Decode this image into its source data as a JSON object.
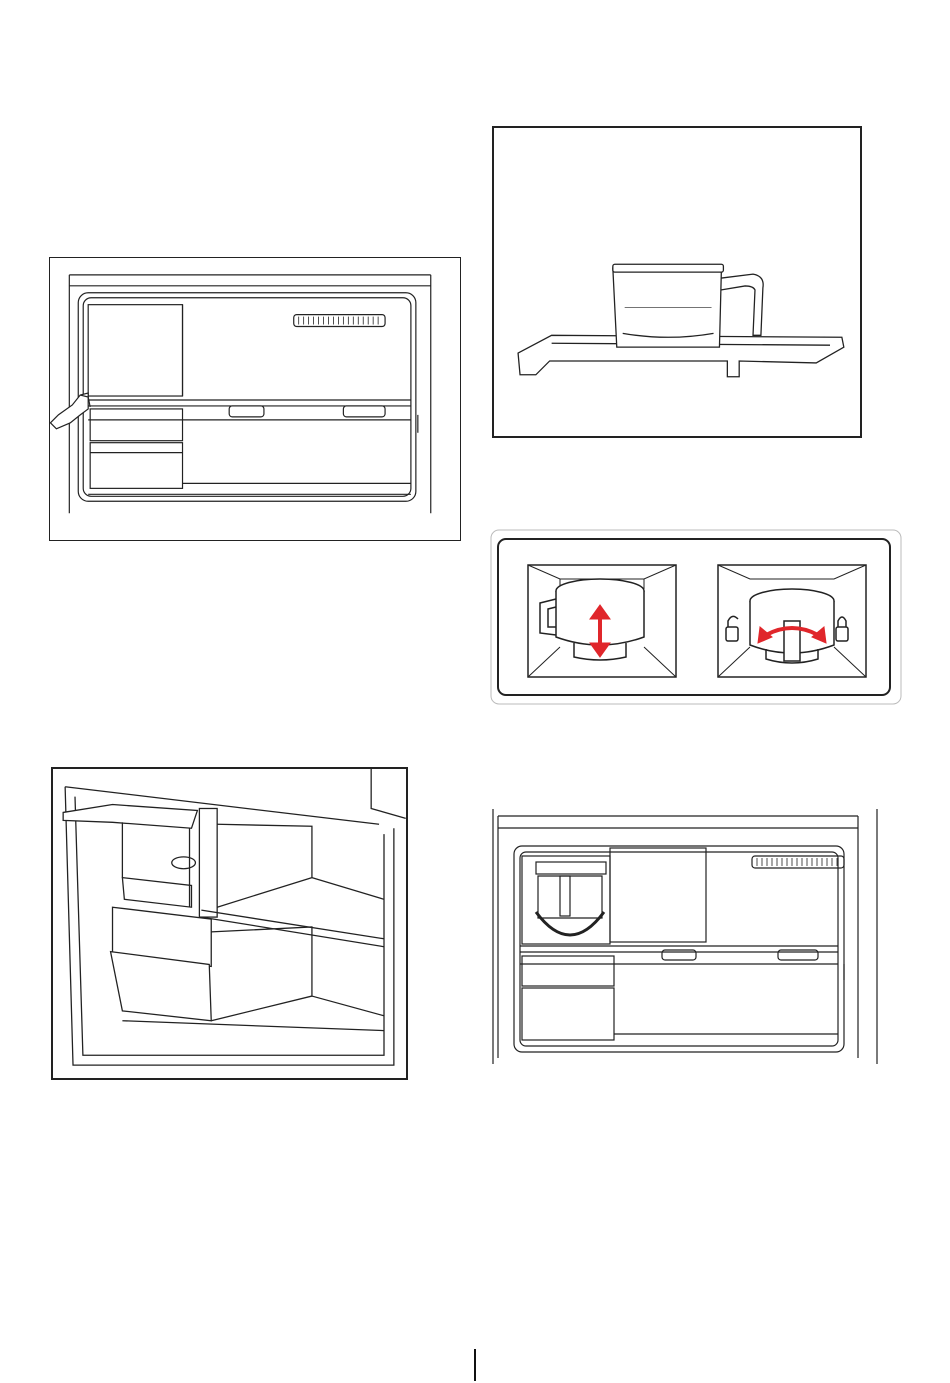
{
  "page": {
    "figures": [
      {
        "id": "fig-fridge-hand",
        "icon": "fridge-hand-pull-icon"
      },
      {
        "id": "fig-shelf-perspective",
        "icon": "fridge-shelf-perspective-icon"
      },
      {
        "id": "fig-tank-on-shelf",
        "icon": "water-tank-on-shelf-icon"
      },
      {
        "id": "fig-lock-instructions",
        "icon": "tank-lock-unlock-icon"
      },
      {
        "id": "fig-fridge-tank-installed",
        "icon": "fridge-tank-installed-icon"
      }
    ],
    "accent_color": "#e0262b"
  }
}
